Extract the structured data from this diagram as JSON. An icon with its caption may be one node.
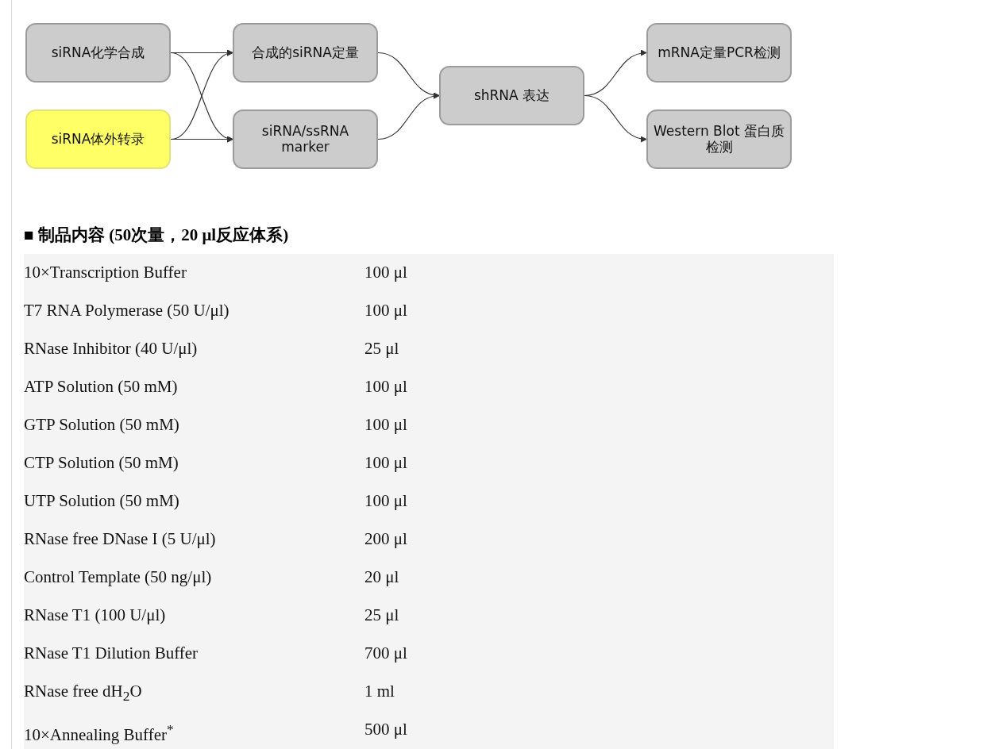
{
  "diagram": {
    "nodes": [
      {
        "text": [
          "siRNA化学合成"
        ]
      },
      {
        "text": [
          "siRNA体外转录"
        ]
      },
      {
        "text": [
          "合成的siRNA定量"
        ]
      },
      {
        "text": [
          "siRNA/ssRNA marker"
        ]
      },
      {
        "text": [
          "shRNA 表达"
        ]
      },
      {
        "text": [
          "mRNA定量PCR检测"
        ]
      },
      {
        "text": [
          "Western Blot 蛋白质检测"
        ]
      }
    ],
    "edges": [
      {
        "from": 0,
        "to": 2,
        "arrow": "to"
      },
      {
        "from": 0,
        "to": 3,
        "arrow": "to"
      },
      {
        "from": 1,
        "to": 2,
        "arrow": "to"
      },
      {
        "from": 1,
        "to": 3,
        "arrow": "to"
      },
      {
        "from": 2,
        "to": 4,
        "arrow": "to"
      },
      {
        "from": 3,
        "to": 4,
        "arrow": "to"
      },
      {
        "from": 4,
        "to": 5,
        "arrow": "to"
      },
      {
        "from": 4,
        "to": 6,
        "arrow": "to"
      }
    ],
    "labels": [
      "■ 制品内容 (50次量，20 μl反应体系)",
      "10×Transcription Buffer",
      "100 μl",
      "T7 RNA Polymerase (50 U/μl)",
      "100 μl",
      "RNase Inhibitor (40 U/μl)",
      "25 μl",
      "ATP Solution (50 mM)",
      "100 μl",
      "GTP Solution (50 mM)",
      "100 μl",
      "CTP Solution (50 mM)",
      "100 μl",
      "UTP Solution (50 mM)",
      "100 μl",
      "RNase free DNase I (5 U/μl)",
      "200 μl",
      "Control Template (50 ng/μl)",
      "20 μl",
      "RNase T1 (100 U/μl)",
      "25 μl",
      "RNase T1 Dilution Buffer",
      "700 μl",
      "RNase free dH$_{2}$O",
      "1 ml",
      "10×Annealing Buffer$^{*}$",
      "500 μl"
    ]
  }
}
